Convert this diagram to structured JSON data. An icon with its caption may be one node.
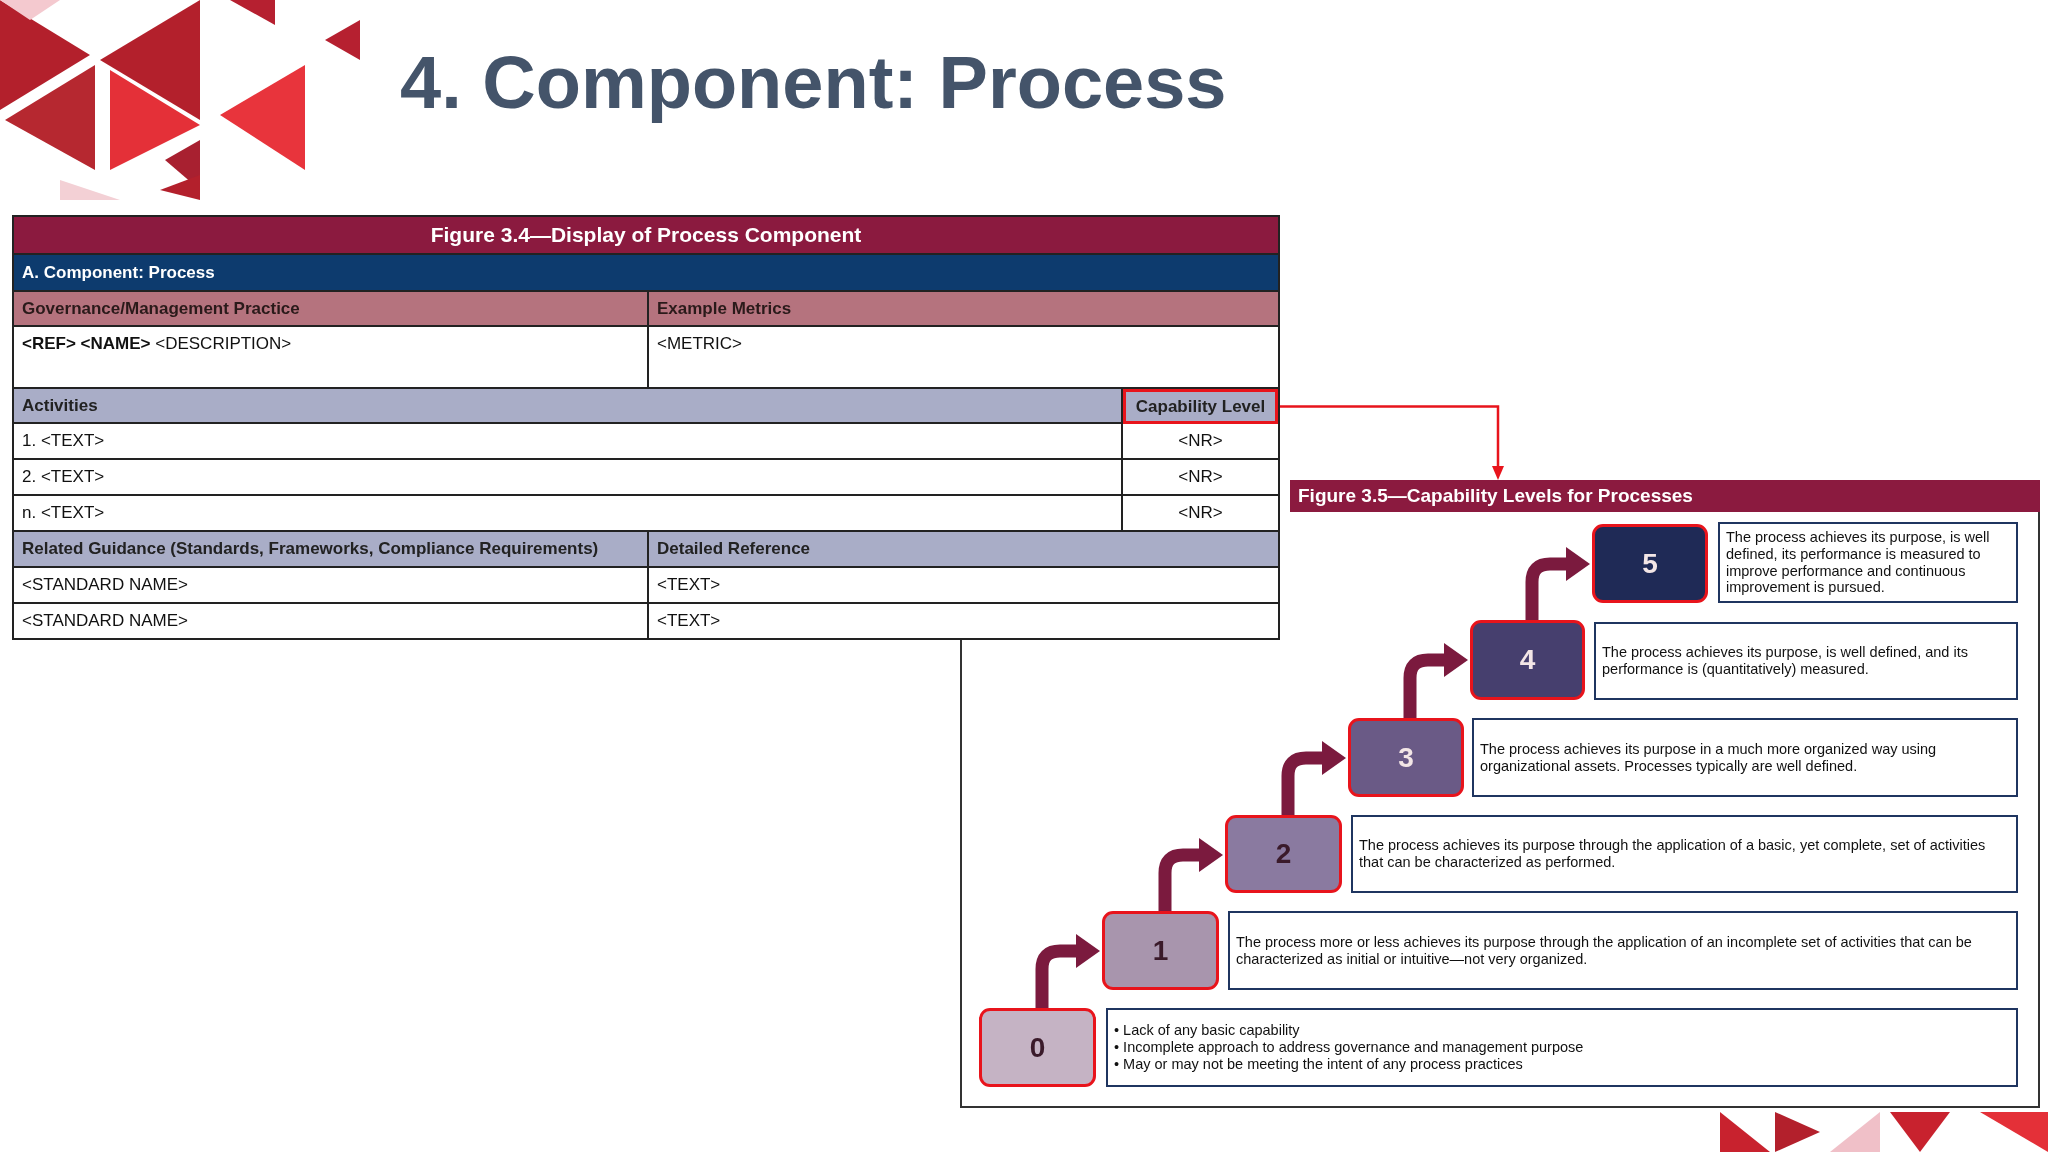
{
  "diagram": {
    "title": "4. Component: Process",
    "nodes": [
      {
        "text": [
          "Figure 3.4—Display of Process Component"
        ]
      },
      {
        "text": [
          "Capability Level"
        ],
        "in": 0
      },
      {
        "text": [
          "Figure 3.5—Capability Levels for Processes"
        ]
      },
      {
        "text": [
          "5"
        ],
        "in": 2
      },
      {
        "text": [
          "The process achieves its purpose, is well defined, its performance is measured to improve performance and continuous improvement is pursued."
        ],
        "in": 2
      },
      {
        "text": [
          "4"
        ],
        "in": 2
      },
      {
        "text": [
          "The process achieves its purpose, is well defined, and its performance is (quantitatively) measured."
        ],
        "in": 2
      },
      {
        "text": [
          "3"
        ],
        "in": 2
      },
      {
        "text": [
          "The process achieves its purpose in a much more organized way using organizational assets. Processes typically are well defined."
        ],
        "in": 2
      },
      {
        "text": [
          "2"
        ],
        "in": 2
      },
      {
        "text": [
          "The process achieves its purpose through the application of a basic, yet complete, set of activities that can be characterized as performed."
        ],
        "in": 2
      },
      {
        "text": [
          "1"
        ],
        "in": 2
      },
      {
        "text": [
          "The process more or less achieves its purpose through the application of an incomplete set of activities that can be characterized as initial or intuitive—not very organized."
        ],
        "in": 2
      },
      {
        "text": [
          "0"
        ],
        "in": 2
      },
      {
        "text": [
          "• Lack of any basic capability",
          "• Incomplete approach to address governance and management purpose",
          "• May or may not be meeting the intent of any process practices"
        ],
        "in": 2
      }
    ],
    "edges": [
      {
        "from": 1,
        "to": 2,
        "arrow": "to",
        "color": "#e8141c"
      },
      {
        "from": 13,
        "to": 11,
        "arrow": "to"
      },
      {
        "from": 11,
        "to": 9,
        "arrow": "to"
      },
      {
        "from": 9,
        "to": 7,
        "arrow": "to"
      },
      {
        "from": 7,
        "to": 5,
        "arrow": "to"
      },
      {
        "from": 5,
        "to": 3,
        "arrow": "to"
      }
    ],
    "labels": [
      "A. Component: Process",
      "Governance/Management Practice",
      "Example Metrics",
      "**<REF> <NAME>** <DESCRIPTION>",
      "<METRIC>",
      "Activities",
      "1. <TEXT>",
      "<NR>",
      "2. <TEXT>",
      "<NR>",
      "n. <TEXT>",
      "<NR>",
      "Related Guidance (Standards, Frameworks, Compliance Requirements)",
      "Detailed Reference",
      "<STANDARD NAME>",
      "<TEXT>",
      "<STANDARD NAME>",
      "<TEXT>"
    ]
  }
}
